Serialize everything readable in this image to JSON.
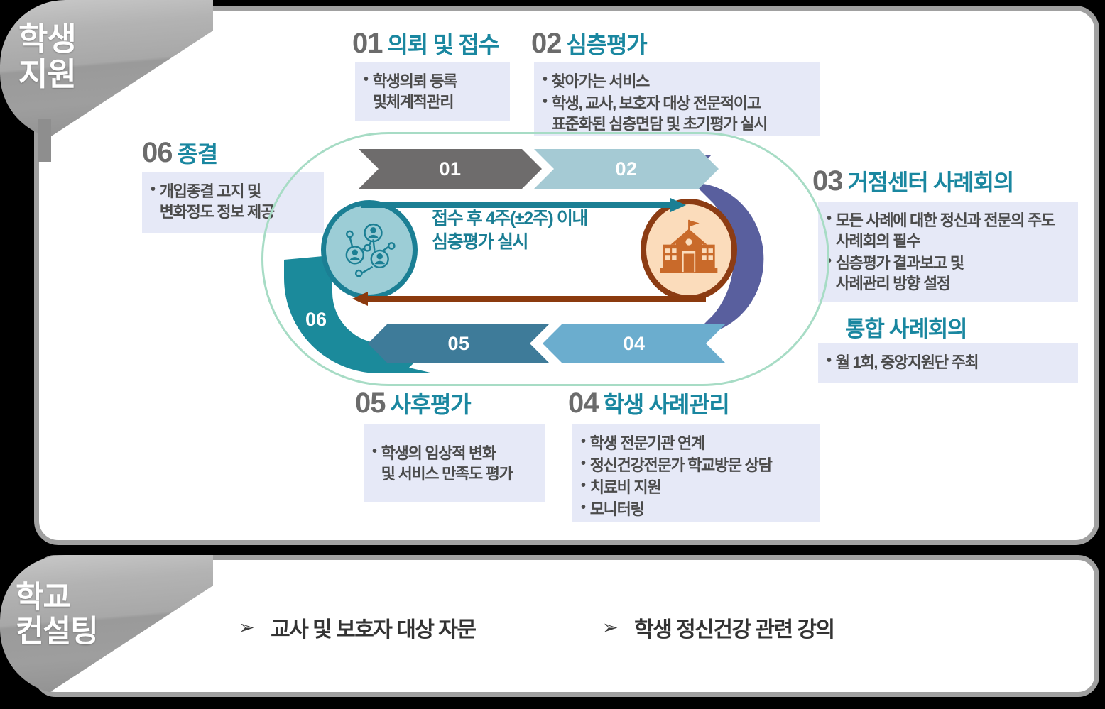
{
  "tabs": {
    "student": "학생\n지원",
    "school": "학교\n컨설팅"
  },
  "steps": [
    {
      "num": "01",
      "title": "의뢰 및 접수",
      "bullets": [
        "학생의뢰 등록\n및체계적관리"
      ],
      "chip_color": "#6e6c6c"
    },
    {
      "num": "02",
      "title": "심층평가",
      "bullets": [
        "찾아가는 서비스",
        "학생, 교사, 보호자 대상 전문적이고\n표준화된 심층면담 및 초기평가 실시"
      ],
      "chip_color": "#a5cad4"
    },
    {
      "num": "03",
      "title": "거점센터 사례회의",
      "bullets": [
        "모든 사례에 대한 정신과 전문의 주도\n사례회의 필수",
        "심층평가 결과보고 및\n사례관리 방향 설정"
      ],
      "chip_color": "#595f9e"
    },
    {
      "num": "04",
      "title": "학생 사례관리",
      "bullets": [
        "학생 전문기관 연계",
        "정신건강전문가 학교방문 상담",
        "치료비 지원",
        "모니터링"
      ],
      "chip_color": "#6badce"
    },
    {
      "num": "05",
      "title": "사후평가",
      "bullets": [
        "학생의 임상적 변화\n및 서비스 만족도 평가"
      ],
      "chip_color": "#3e7b99"
    },
    {
      "num": "06",
      "title": "종결",
      "bullets": [
        "개입종결 고지 및\n변화정도 정보 제공"
      ],
      "chip_color": "#1b8a9b"
    }
  ],
  "subsection": {
    "title": "통합 사례회의",
    "bullets": [
      "월 1회, 중앙지원단 주최"
    ]
  },
  "center": {
    "note": "접수 후 4주(±2주) 이내\n심층평가 실시",
    "note_color": "#1a7e94",
    "forward_arrow_color": "#1b7f94",
    "return_arrow_color": "#8b3a0e",
    "people_icon": "people-network-icon",
    "school_icon": "school-building-icon"
  },
  "bottom_items": [
    "교사 및 보호자 대상 자문",
    "학생 정신건강 관련 강의"
  ],
  "bullet_glyph": "•",
  "arrow_glyph": "➢",
  "colors": {
    "panel_border": "#a0a0a0",
    "bullet_box_bg": "#e6e9f7",
    "step_number": "#6b6b6b",
    "step_title": "#1a87a0",
    "ring": "#a7dcc5"
  }
}
